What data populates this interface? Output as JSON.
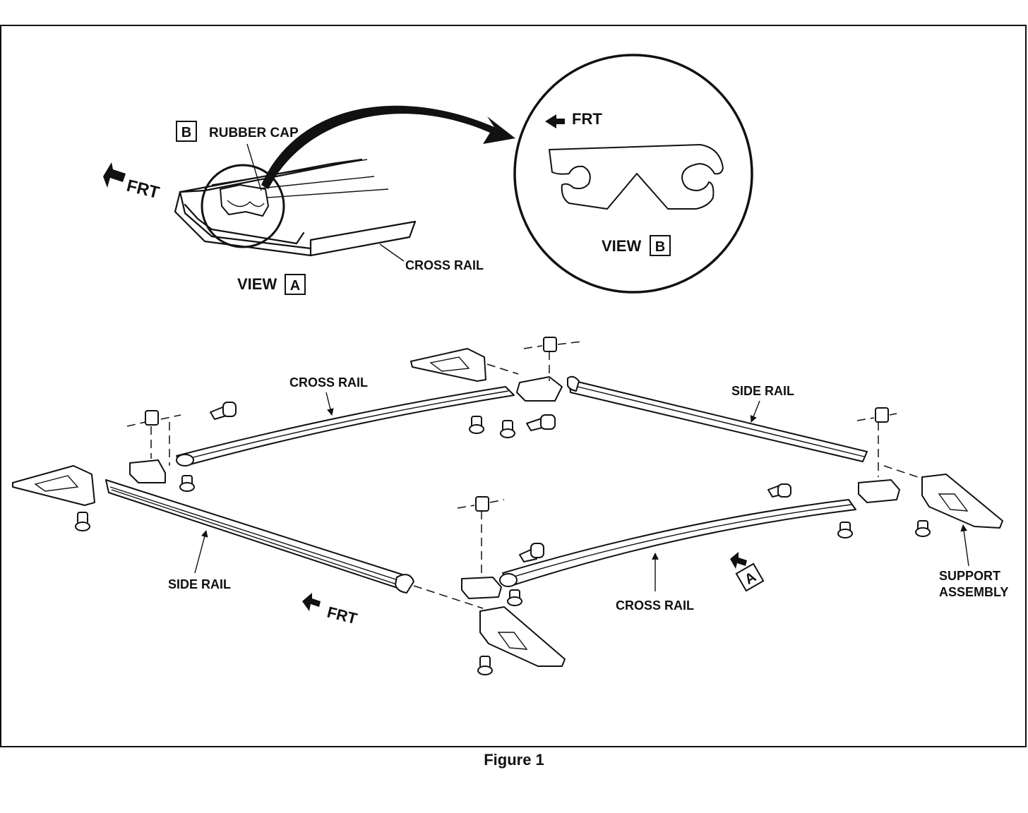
{
  "labels": {
    "rubber_cap_letter": "B",
    "rubber_cap": "RUBBER CAP",
    "frt": "FRT",
    "cross_rail": "CROSS RAIL",
    "view_a_word": "VIEW",
    "view_a_letter": "A",
    "view_b_word": "VIEW",
    "view_b_letter": "B",
    "side_rail": "SIDE RAIL",
    "support_assembly_line1": "SUPPORT",
    "support_assembly_line2": "ASSEMBLY",
    "arrow_a_letter": "A"
  },
  "caption": "Figure 1"
}
